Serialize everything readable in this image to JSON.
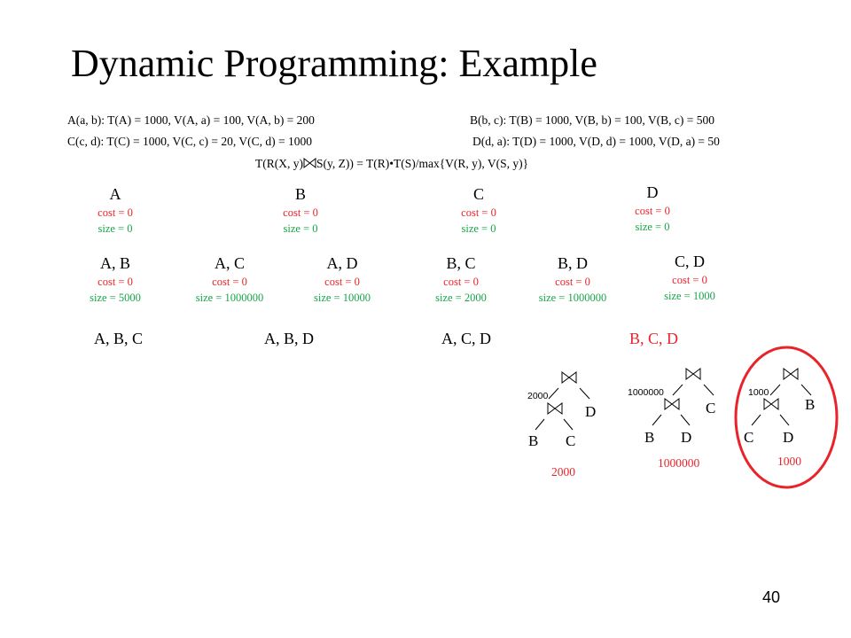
{
  "title": "Dynamic Programming: Example",
  "relations": {
    "A": "A(a, b): T(A) = 1000, V(A, a) = 100, V(A, b) = 200",
    "B": "B(b, c): T(B) = 1000,  V(B, b) = 100, V(B, c) = 500",
    "C": "C(c, d): T(C) = 1000,  V(C, c) = 20,  V(C, d) = 1000",
    "D": "D(d, a): T(D) = 1000, V(D, d) = 1000, V(D, a) = 50"
  },
  "formula": {
    "left": "T(R(X, y)",
    "right": "S(y, Z)) = T(R)•T(S)/max{V(R, y), V(S, y)}"
  },
  "singles": [
    {
      "label": "A",
      "cost": "cost = 0",
      "size": "size = 0"
    },
    {
      "label": "B",
      "cost": "cost = 0",
      "size": "size = 0"
    },
    {
      "label": "C",
      "cost": "cost = 0",
      "size": "size = 0"
    },
    {
      "label": "D",
      "cost": "cost = 0",
      "size": "size = 0"
    }
  ],
  "pairs": [
    {
      "label": "A, B",
      "cost": "cost = 0",
      "size": "size = 5000"
    },
    {
      "label": "A, C",
      "cost": "cost = 0",
      "size": "size = 1000000"
    },
    {
      "label": "A, D",
      "cost": "cost = 0",
      "size": "size = 10000"
    },
    {
      "label": "B, C",
      "cost": "cost = 0",
      "size": "size = 2000"
    },
    {
      "label": "B, D",
      "cost": "cost = 0",
      "size": "size = 1000000"
    },
    {
      "label": "C, D",
      "cost": "cost = 0",
      "size": "size = 1000"
    }
  ],
  "triples": [
    {
      "label": "A, B, C"
    },
    {
      "label": "A, B, D"
    },
    {
      "label": "A, C, D"
    },
    {
      "label": "B, C, D"
    }
  ],
  "plans": [
    {
      "inner_size": "2000",
      "top_leaf": "D",
      "left_leaf": "B",
      "right_leaf": "C",
      "cost": "2000"
    },
    {
      "inner_size": "1000000",
      "top_leaf": "C",
      "left_leaf": "B",
      "right_leaf": "D",
      "cost": "1000000"
    },
    {
      "inner_size": "1000",
      "top_leaf": "B",
      "left_leaf": "C",
      "right_leaf": "D",
      "cost": "1000",
      "selected": true
    }
  ],
  "page_number": "40",
  "colors": {
    "cost": "#e8242a",
    "size": "#18a548",
    "highlight": "#e8242a",
    "triple_highlight": "#e8242a"
  }
}
